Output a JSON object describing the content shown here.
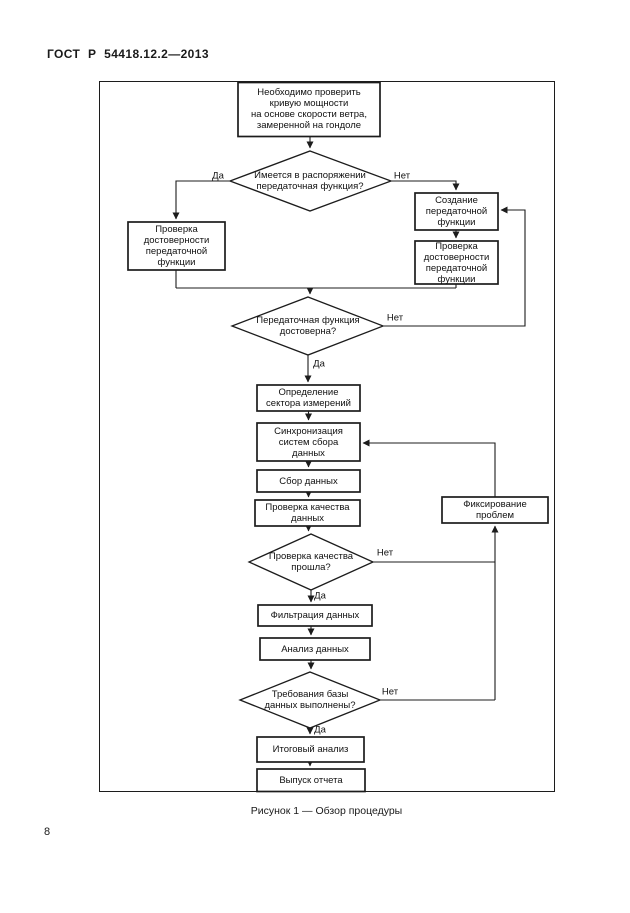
{
  "header": {
    "standard": "ГОСТ Р 54418.12.2—2013"
  },
  "footer": {
    "page_number": "8"
  },
  "figure": {
    "caption": "Рисунок 1 — Обзор процедуры"
  },
  "flowchart": {
    "decision_labels": {
      "yes": "Да",
      "no": "Нет"
    },
    "nodes": {
      "start": "Необходимо проверить\nкривую мощности\nна основе скорости ветра,\nзамеренной на гондоле",
      "has_transfer_function": "Имеется в распоряжении\nпередаточная функция?",
      "verify_transfer_left": "Проверка\nдостоверности\nпередаточной\nфункции",
      "create_transfer_function": "Создание\nпередаточной\nфункции",
      "verify_transfer_right": "Проверка\nдостоверности\nпередаточной\nфункции",
      "transfer_function_valid": "Передаточная функция\nдостоверна?",
      "measurement_sector": "Определение\nсектора измерений",
      "sync_systems": "Синхронизация\nсистем сбора\nданных",
      "data_collection": "Сбор данных",
      "quality_check": "Проверка качества\nданных",
      "quality_passed": "Проверка качества\nпрошла?",
      "log_problems": "Фиксирование\nпроблем",
      "data_filtering": "Фильтрация данных",
      "data_analysis": "Анализ данных",
      "database_requirements": "Требования базы\nданных выполнены?",
      "final_analysis": "Итоговый анализ",
      "report_release": "Выпуск отчета"
    }
  }
}
